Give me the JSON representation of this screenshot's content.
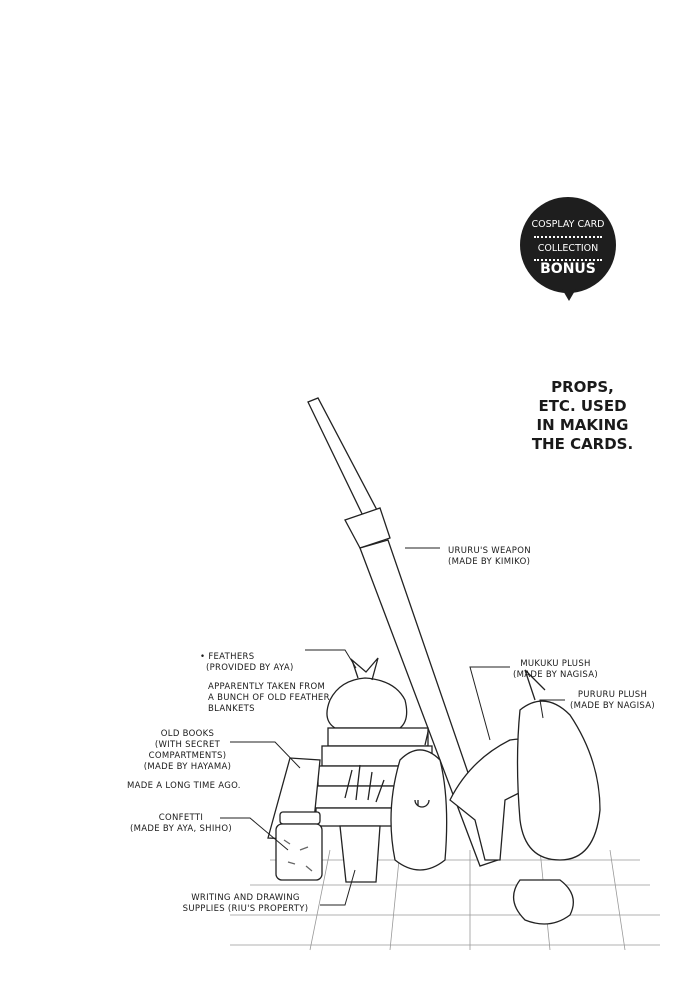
{
  "badge": {
    "line1": "COSPLAY CARD",
    "line2": "COLLECTION",
    "line3": "BONUS"
  },
  "headline": "PROPS,\nETC. USED\nIN MAKING\nTHE CARDS.",
  "labels": {
    "weapon": "URURU'S WEAPON\n(MADE BY KIMIKO)",
    "feathers": "• FEATHERS\n  (PROVIDED BY AYA)",
    "feathers_note": "APPARENTLY TAKEN FROM\nA BUNCH OF OLD FEATHER\nBLANKETS",
    "books": "OLD BOOKS\n(WITH SECRET\nCOMPARTMENTS)\n(MADE BY HAYAMA)",
    "books_note": "MADE A LONG TIME AGO.",
    "confetti": "CONFETTI\n(MADE BY AYA, SHIHO)",
    "supplies": "WRITING AND DRAWING\nSUPPLIES (RIU'S PROPERTY)",
    "mukuku": "MUKUKU PLUSH\n(MADE BY NAGISA)",
    "pururu": "PURURU PLUSH\n(MADE BY NAGISA)"
  }
}
